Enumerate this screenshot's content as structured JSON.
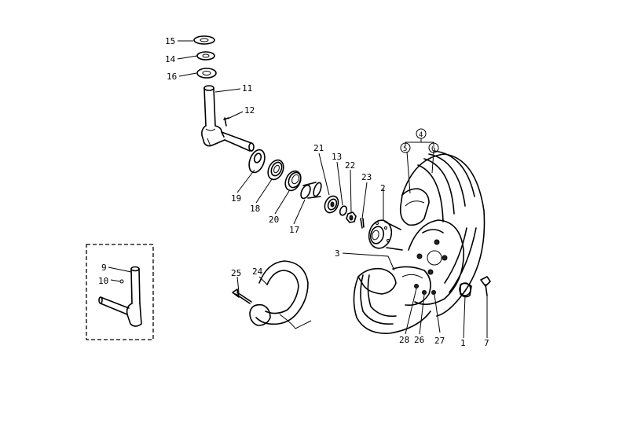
{
  "diagram": {
    "inset_labels": [
      "9",
      "10"
    ],
    "callouts": [
      {
        "id": "15",
        "text": "15"
      },
      {
        "id": "14",
        "text": "14"
      },
      {
        "id": "16",
        "text": "16"
      },
      {
        "id": "11",
        "text": "11"
      },
      {
        "id": "12",
        "text": "12"
      },
      {
        "id": "19",
        "text": "19"
      },
      {
        "id": "18",
        "text": "18"
      },
      {
        "id": "20",
        "text": "20"
      },
      {
        "id": "17",
        "text": "17"
      },
      {
        "id": "21",
        "text": "21"
      },
      {
        "id": "13",
        "text": "13"
      },
      {
        "id": "22",
        "text": "22"
      },
      {
        "id": "23",
        "text": "23"
      },
      {
        "id": "2",
        "text": "2"
      },
      {
        "id": "4",
        "text": "4"
      },
      {
        "id": "5",
        "text": "5"
      },
      {
        "id": "6",
        "text": "6"
      },
      {
        "id": "3",
        "text": "3"
      },
      {
        "id": "25",
        "text": "25"
      },
      {
        "id": "24",
        "text": "24"
      },
      {
        "id": "28",
        "text": "28"
      },
      {
        "id": "26",
        "text": "26"
      },
      {
        "id": "27",
        "text": "27"
      },
      {
        "id": "1",
        "text": "1"
      },
      {
        "id": "7",
        "text": "7"
      },
      {
        "id": "9",
        "text": "9"
      },
      {
        "id": "10",
        "text": "10"
      }
    ]
  }
}
